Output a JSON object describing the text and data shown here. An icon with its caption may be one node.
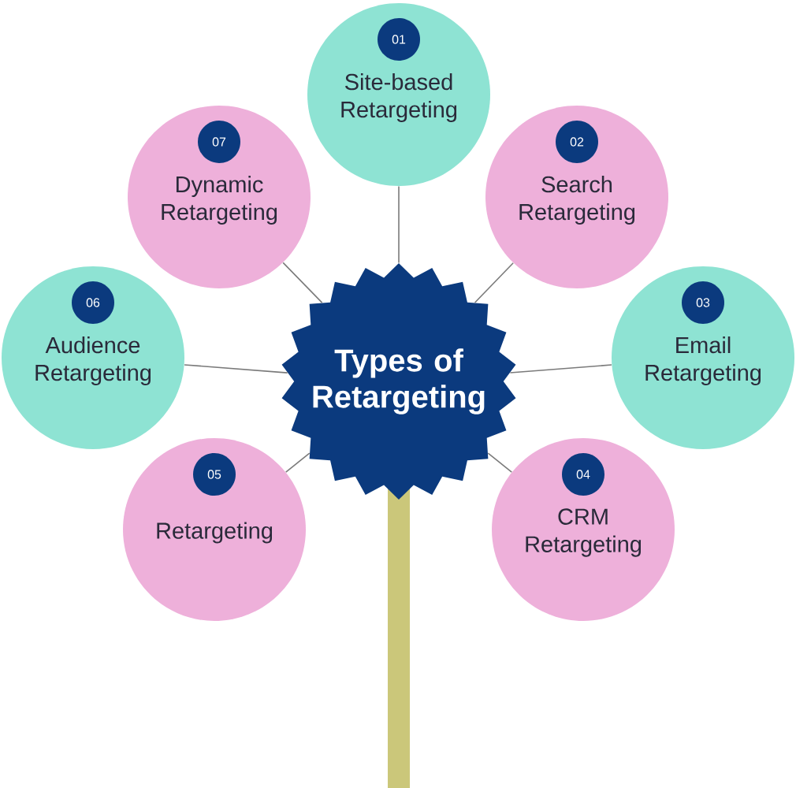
{
  "diagram": {
    "nodes": [
      {
        "text": [
          "Types of Retargeting"
        ]
      },
      {
        "text": [
          "01",
          "Site-based Retargeting"
        ]
      },
      {
        "text": [
          "02",
          "Search Retargeting"
        ]
      },
      {
        "text": [
          "03",
          "Email Retargeting"
        ]
      },
      {
        "text": [
          "04",
          "CRM Retargeting"
        ]
      },
      {
        "text": [
          "05",
          "Retargeting"
        ]
      },
      {
        "text": [
          "06",
          "Audience Retargeting"
        ]
      },
      {
        "text": [
          "07",
          "Dynamic Retargeting"
        ]
      }
    ],
    "edges": [
      {
        "from": 0,
        "to": 1,
        "arrow": "none"
      },
      {
        "from": 0,
        "to": 2,
        "arrow": "none"
      },
      {
        "from": 0,
        "to": 3,
        "arrow": "none"
      },
      {
        "from": 0,
        "to": 4,
        "arrow": "none"
      },
      {
        "from": 0,
        "to": 5,
        "arrow": "none"
      },
      {
        "from": 0,
        "to": 6,
        "arrow": "none"
      },
      {
        "from": 0,
        "to": 7,
        "arrow": "none"
      }
    ]
  }
}
